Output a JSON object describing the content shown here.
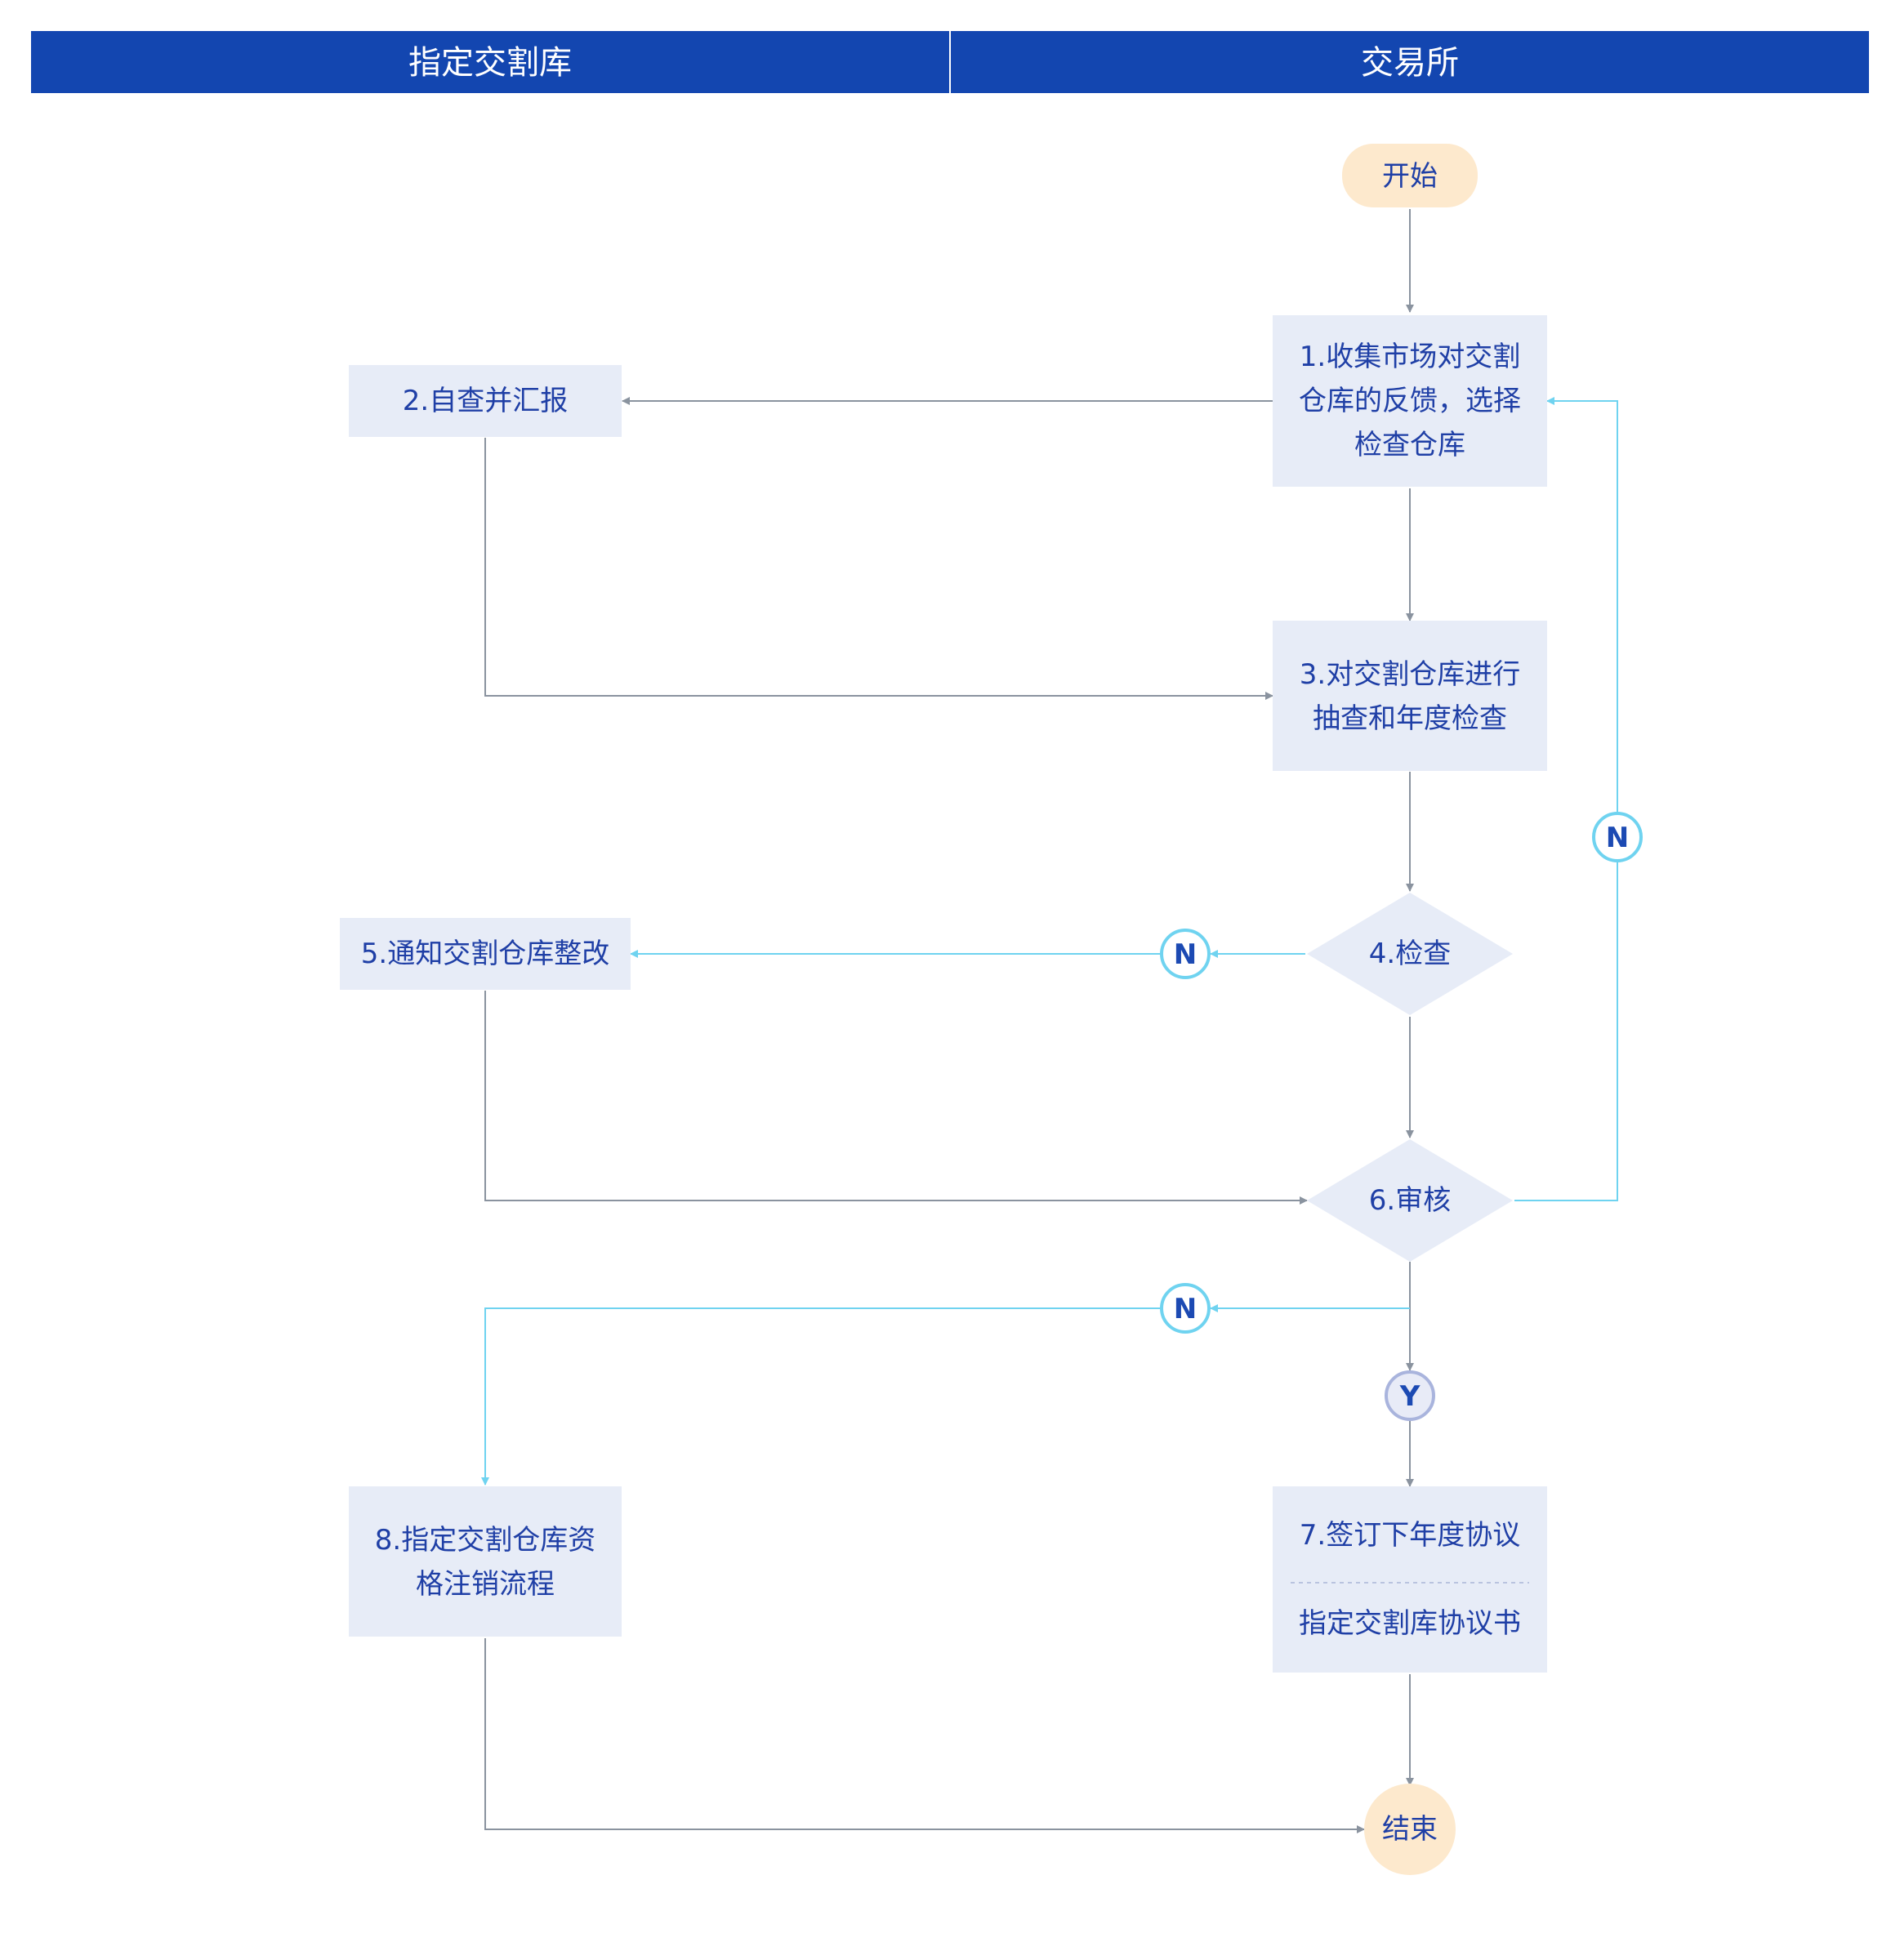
{
  "lanes": {
    "left": "指定交割库",
    "right": "交易所"
  },
  "nodes": {
    "start": "开始",
    "n1": [
      "1.收集市场对交割",
      "仓库的反馈，选择",
      "检查仓库"
    ],
    "n2": "2.自查并汇报",
    "n3": [
      "3.对交割仓库进行",
      "抽查和年度检查"
    ],
    "n4": "4.检查",
    "n5": "5.通知交割仓库整改",
    "n6": "6.审核",
    "n7_title": "7.签订下年度协议",
    "n7_doc": "指定交割库协议书",
    "n8": [
      "8.指定交割仓库资",
      "格注销流程"
    ],
    "end": "结束"
  },
  "marks": {
    "no": "N",
    "yes": "Y"
  },
  "colors": {
    "header": "#1346b0",
    "node_fill": "#e7ecf7",
    "terminal_fill": "#fde9cd",
    "text": "#1f3fa6",
    "line_gray": "#8a939f",
    "line_cyan": "#6fd3f0",
    "mark_blue": "#1c4ab3",
    "mark_y_border": "#a9b4dd",
    "mark_y_fill": "#e8ebf7"
  }
}
